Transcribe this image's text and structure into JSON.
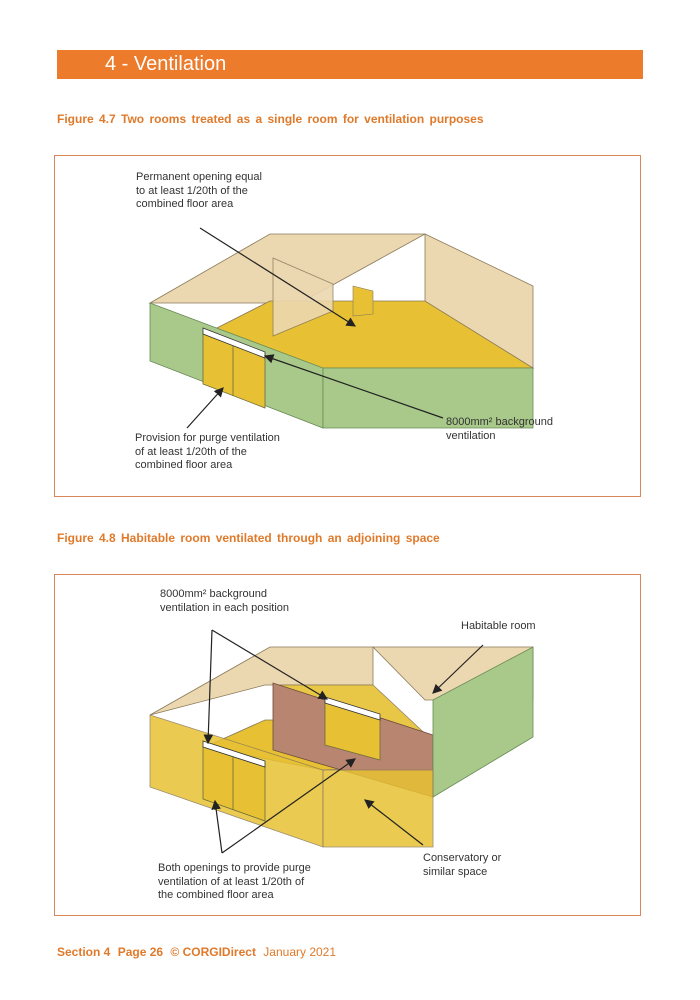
{
  "header": {
    "section_title": "4 -  Ventilation"
  },
  "figure_4_7": {
    "caption": "Figure 4.7  Two rooms treated  as a single room for ventilation  purposes",
    "label_opening": [
      "Permanent opening equal",
      "to at least 1/20th of the",
      "combined floor area"
    ],
    "label_purge": [
      "Provision for purge ventilation",
      "of at least 1/20th of the",
      "combined floor area"
    ],
    "label_background": [
      "8000mm² background",
      "ventilation"
    ]
  },
  "figure_4_8": {
    "caption": "Figure 4.8  Habitable  room ventilated  through  an adjoining  space",
    "label_background": [
      "8000mm² background",
      "ventilation in each position"
    ],
    "label_habitable": "Habitable room",
    "label_conservatory": [
      "Conservatory or",
      "similar space"
    ],
    "label_purge": [
      "Both openings to provide purge",
      "ventilation of at least 1/20th of",
      "the combined floor area"
    ]
  },
  "footer": {
    "section": "Section  4",
    "page": "Page 26",
    "copyright": "© CORGIDirect",
    "date": "January 2021"
  },
  "colors": {
    "accent": "#ec7b2c",
    "caption": "#e07a2b",
    "wall_green": "#a8c98a",
    "floor_yellow": "#e7c133",
    "wall_beige": "#ecd8b0",
    "partition_brown": "#b88570"
  }
}
